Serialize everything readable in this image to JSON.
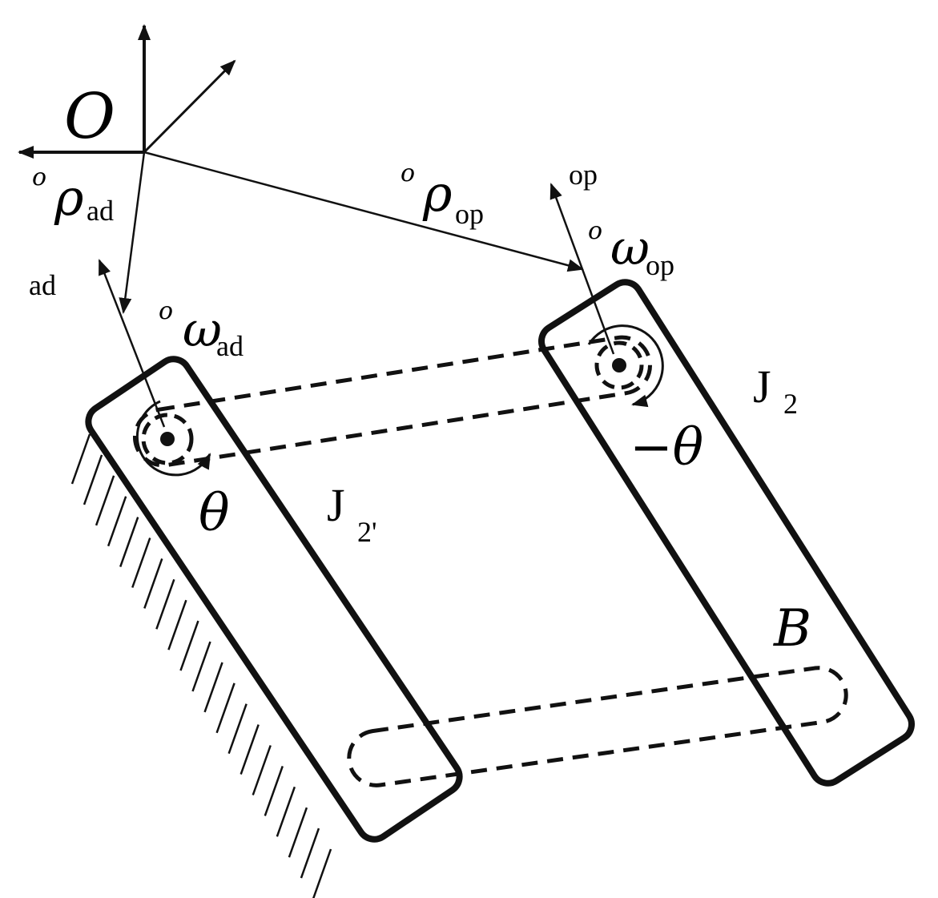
{
  "labels": {
    "origin": "O",
    "rho_ad_sup": "o",
    "rho_ad_sym": "ρ",
    "rho_ad_sub": "ad",
    "rho_op_sup": "o",
    "rho_op_sym": "ρ",
    "rho_op_sub": "op",
    "axis_ad": "ad",
    "axis_op": "op",
    "omega_ad_sup": "o",
    "omega_ad_sym": "ω",
    "omega_ad_sub": "ad",
    "omega_op_sup": "o",
    "omega_op_sym": "ω",
    "omega_op_sub": "op",
    "theta": "θ",
    "neg_theta": "−θ",
    "j2_main": "J",
    "j2_sub": "2",
    "j2p_main": "J",
    "j2p_sub": "2'",
    "body": "B"
  },
  "colors": {
    "ink": "#111111",
    "background": "#ffffff"
  }
}
